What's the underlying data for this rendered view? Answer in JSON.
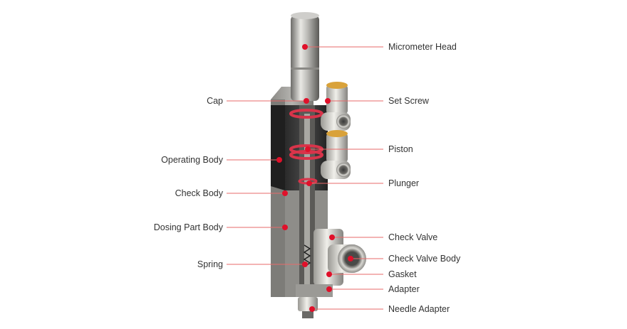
{
  "colors": {
    "leader_line": "#e76a6a",
    "marker": "#e0102a",
    "label_text": "#333333",
    "metal_light": "#d9d8d5",
    "metal_dark": "#3a3a3a",
    "oring": "#d8344a",
    "fitting_gold": "#d9a23a"
  },
  "left_labels": [
    {
      "id": "cap",
      "text": "Cap"
    },
    {
      "id": "operating-body",
      "text": "Operating Body"
    },
    {
      "id": "check-body",
      "text": "Check Body"
    },
    {
      "id": "dosing-part-body",
      "text": "Dosing Part Body"
    },
    {
      "id": "spring",
      "text": "Spring"
    }
  ],
  "right_labels": [
    {
      "id": "micrometer-head",
      "text": "Micrometer Head"
    },
    {
      "id": "set-screw",
      "text": "Set Screw"
    },
    {
      "id": "piston",
      "text": "Piston"
    },
    {
      "id": "plunger",
      "text": "Plunger"
    },
    {
      "id": "check-valve",
      "text": "Check Valve"
    },
    {
      "id": "check-valve-body",
      "text": "Check Valve Body"
    },
    {
      "id": "gasket",
      "text": "Gasket"
    },
    {
      "id": "adapter",
      "text": "Adapter"
    },
    {
      "id": "needle-adapter",
      "text": "Needle Adapter"
    }
  ]
}
